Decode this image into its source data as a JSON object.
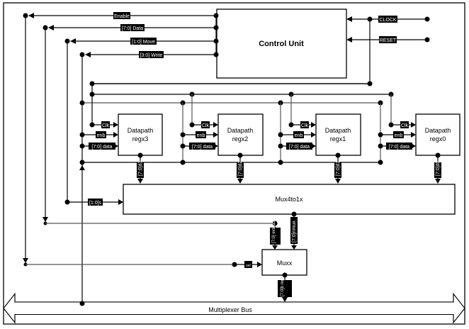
{
  "diagram": {
    "blocks": {
      "control_unit": "Control Unit",
      "regx3": [
        "Datapath",
        "regx3"
      ],
      "regx2": [
        "Datapath",
        "regx2"
      ],
      "regx1": [
        "Datapath",
        "regx1"
      ],
      "regx0": [
        "Datapath",
        "regx0"
      ],
      "mux4to1x": "Mux4to1x",
      "muxx": "Muxx",
      "bus": "Multiplexer Bus"
    },
    "control_outputs": [
      "Enable",
      "[7:0] Data",
      "[1:0] Move",
      "[3:0] Write"
    ],
    "control_inputs": [
      "CLOCK",
      "RESET"
    ],
    "register_inputs": {
      "clk": "Clk",
      "enable": "enb",
      "data": "[7:0] data"
    },
    "register_outputs": [
      "[7:0]d3",
      "[7:0]d2",
      "[7:0]d1",
      "[7:0]d0"
    ],
    "mux4_select": "[1:0]s",
    "muxx_inputs": {
      "ext_data": "[7:0] extdata",
      "mux_data": "[7:0]nmux",
      "select": "sel"
    },
    "muxx_output": "[7:0]b regs"
  }
}
